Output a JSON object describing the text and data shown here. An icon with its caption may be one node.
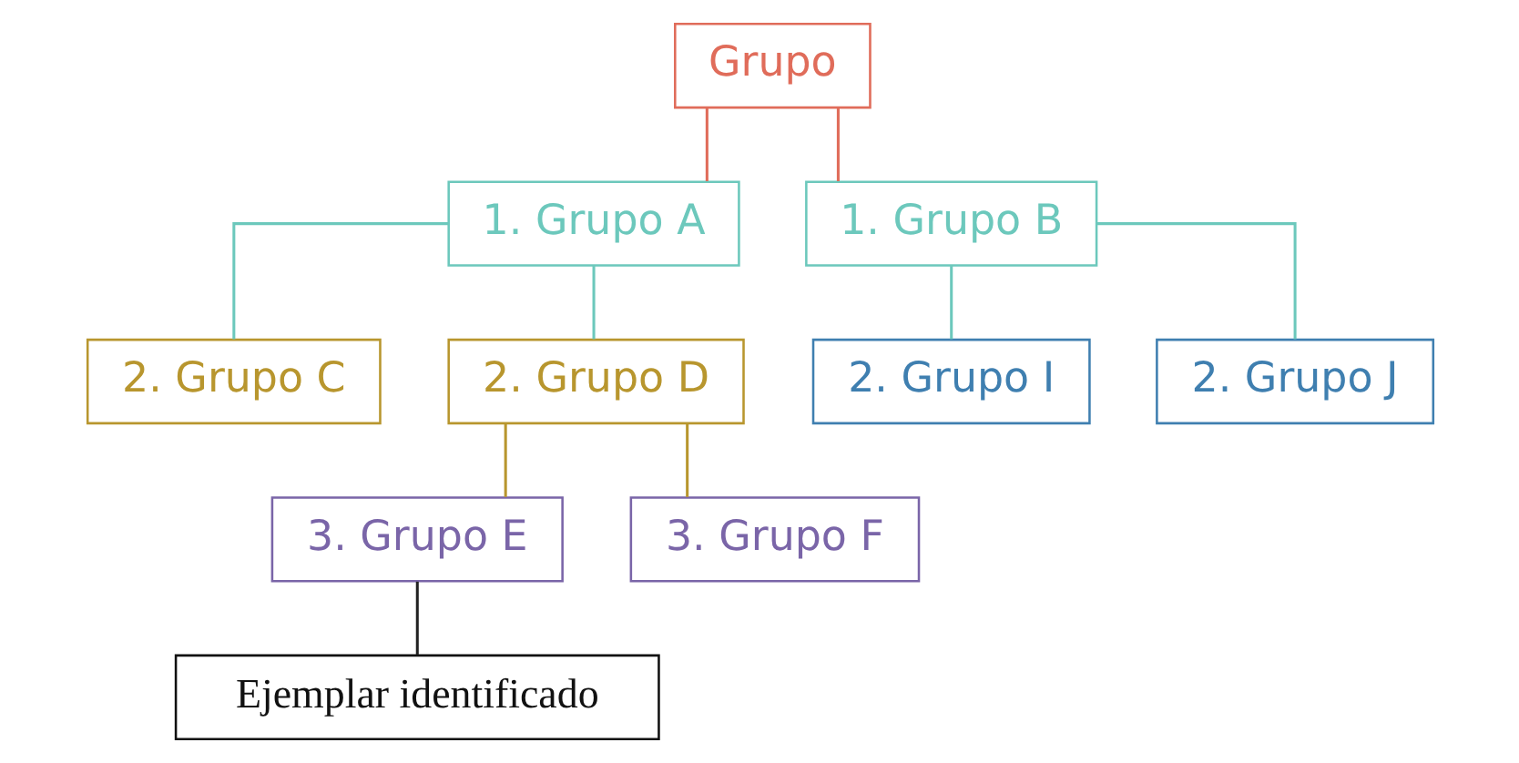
{
  "diagram": {
    "nodes": [
      {
        "text": [
          "Grupo"
        ]
      },
      {
        "text": [
          "1. Grupo A"
        ]
      },
      {
        "text": [
          "1. Grupo B"
        ]
      },
      {
        "text": [
          "2. Grupo C"
        ]
      },
      {
        "text": [
          "2. Grupo D"
        ]
      },
      {
        "text": [
          "2. Grupo I"
        ]
      },
      {
        "text": [
          "2. Grupo J"
        ]
      },
      {
        "text": [
          "3. Grupo E"
        ]
      },
      {
        "text": [
          "3. Grupo F"
        ]
      },
      {
        "text": [
          "Ejemplar identificado"
        ]
      }
    ],
    "edges": [
      {
        "from": 0,
        "to": 1,
        "arrow": "none",
        "color": "#e06c5a"
      },
      {
        "from": 0,
        "to": 2,
        "arrow": "none",
        "color": "#e06c5a"
      },
      {
        "from": 1,
        "to": 3,
        "arrow": "none"
      },
      {
        "from": 1,
        "to": 4,
        "arrow": "none"
      },
      {
        "from": 2,
        "to": 5,
        "arrow": "none"
      },
      {
        "from": 2,
        "to": 6,
        "arrow": "none"
      },
      {
        "from": 4,
        "to": 7,
        "arrow": "none",
        "color": "#b8962e"
      },
      {
        "from": 4,
        "to": 8,
        "arrow": "none",
        "color": "#b8962e"
      },
      {
        "from": 7,
        "to": 9,
        "arrow": "none",
        "color": "#222222"
      }
    ]
  }
}
